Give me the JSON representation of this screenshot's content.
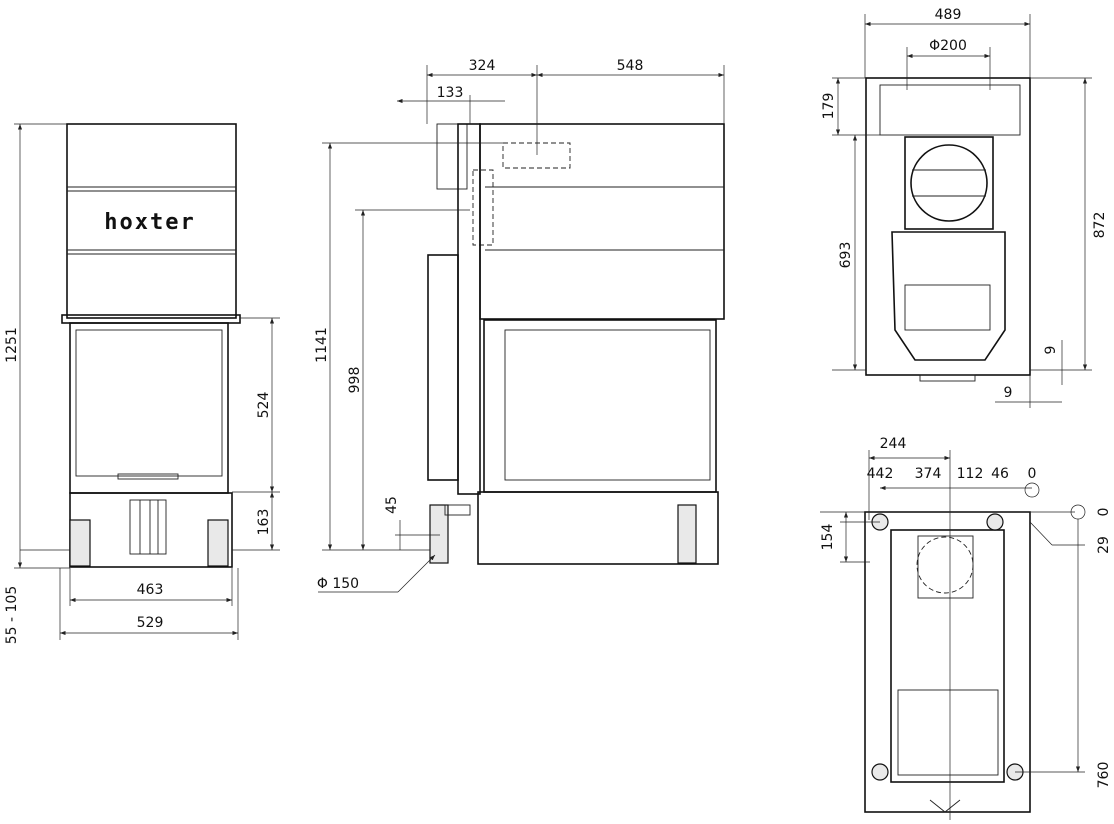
{
  "front_view": {
    "logo": "hoxter",
    "dims": {
      "height_total": "1251",
      "door_height": "524",
      "base_height": "163",
      "width_inner": "463",
      "width_total": "529",
      "feet_range": "55 - 105"
    }
  },
  "side_view": {
    "dims": {
      "depth_front": "324",
      "depth_rear": "548",
      "offset": "133",
      "flue_height": "1141",
      "door_top": "998",
      "base_offset": "45",
      "air_inlet": "Φ 150"
    }
  },
  "top_view": {
    "dims": {
      "width": "489",
      "flue_diameter": "Φ200",
      "front_depth": "179",
      "mid_depth": "693",
      "total_depth": "872",
      "gap_right": "9",
      "gap_bottom": "9"
    }
  },
  "bottom_view": {
    "dims": {
      "center": "244",
      "p1": "442",
      "p2": "374",
      "p3": "112",
      "p4": "46",
      "origin_x": "0",
      "origin_y": "0",
      "y1": "154",
      "y2": "29",
      "y3": "760"
    }
  }
}
